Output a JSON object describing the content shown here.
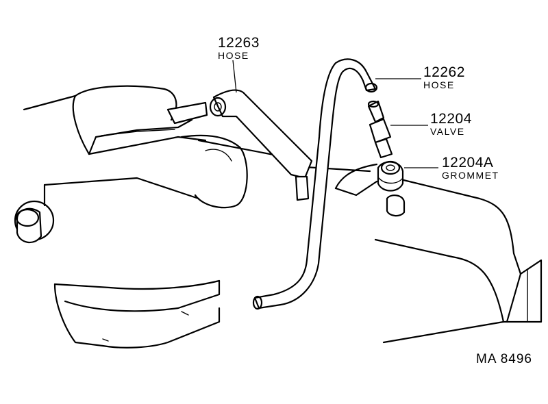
{
  "parts": [
    {
      "key": "hose_12263",
      "number": "12263",
      "name": "HOSE"
    },
    {
      "key": "hose_12262",
      "number": "12262",
      "name": "HOSE"
    },
    {
      "key": "valve_12204",
      "number": "12204",
      "name": "VALVE"
    },
    {
      "key": "grommet_12204A",
      "number": "12204A",
      "name": "GROMMET"
    }
  ],
  "reference_code": "MA  8496"
}
